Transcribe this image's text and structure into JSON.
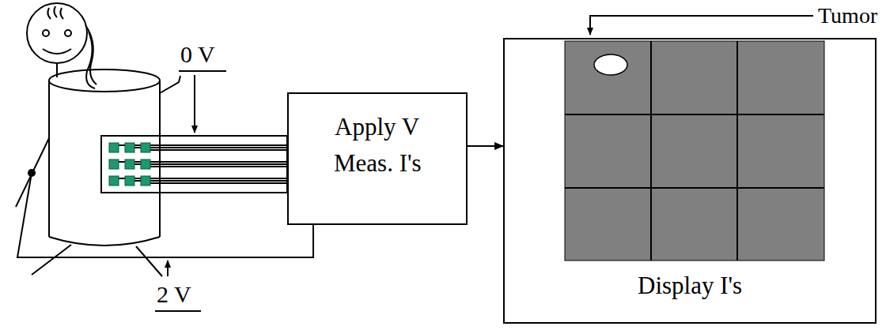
{
  "diagram": {
    "nodes": [
      {
        "text": [
          "Apply V",
          "Meas. I's"
        ]
      },
      {
        "text": [
          "Display I's"
        ]
      }
    ],
    "edges": [
      {
        "from": 0,
        "to": 1,
        "arrow": "to"
      }
    ],
    "labels": [
      "0 V",
      "2 V",
      "Tumor"
    ]
  }
}
